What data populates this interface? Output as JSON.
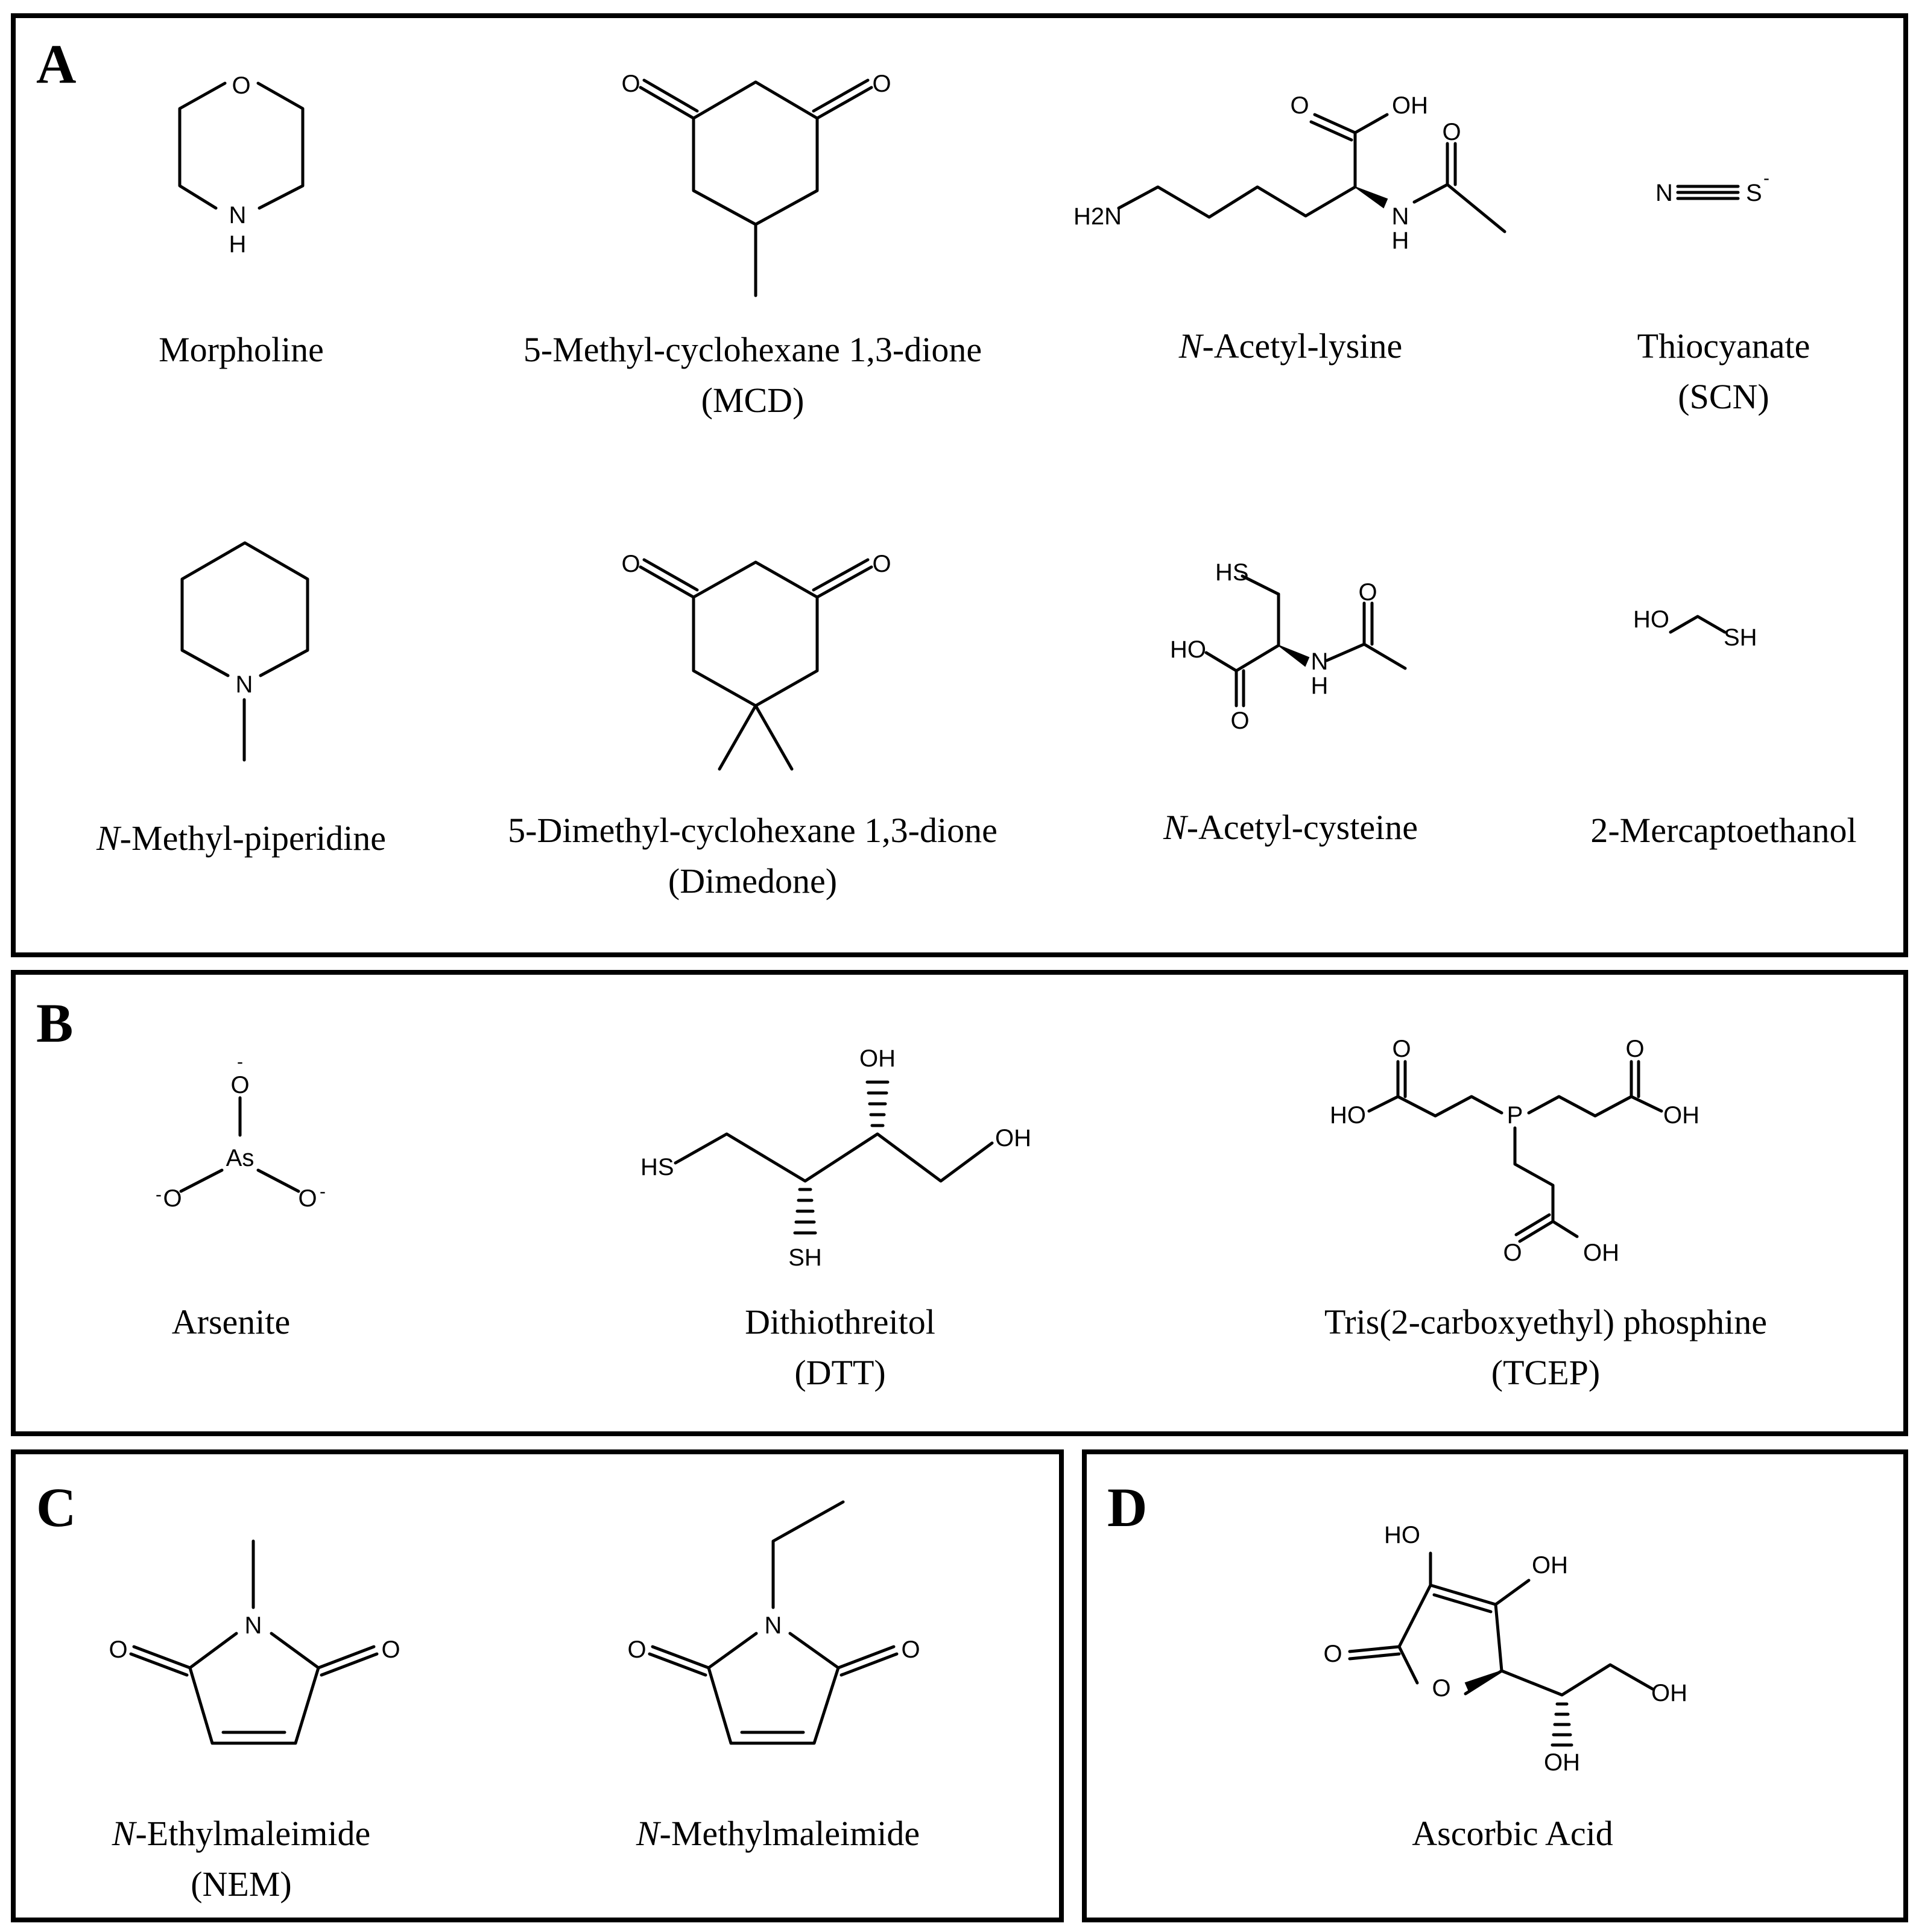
{
  "panels": {
    "A": {
      "letter": "A"
    },
    "B": {
      "letter": "B"
    },
    "C": {
      "letter": "C"
    },
    "D": {
      "letter": "D"
    }
  },
  "compounds": {
    "morpholine": {
      "prefix": "",
      "name": "Morpholine",
      "abbr": "",
      "atoms": {
        "o": "O",
        "n": "N",
        "h": "H"
      }
    },
    "mcd": {
      "prefix": "",
      "name": "5-Methyl-cyclohexane 1,3-dione",
      "abbr": "(MCD)",
      "atoms": {
        "o": "O"
      }
    },
    "acetyl_lysine": {
      "prefix": "N",
      "name": "-Acetyl-lysine",
      "abbr": "",
      "atoms": {
        "oh": "OH",
        "o": "O",
        "nh2": "H2N",
        "n": "N",
        "h": "H"
      }
    },
    "thiocyanate": {
      "prefix": "",
      "name": "Thiocyanate",
      "abbr": "(SCN)",
      "atoms": {
        "n": "N",
        "s": "S",
        "charge": "-"
      }
    },
    "methyl_piperidine": {
      "prefix": "N",
      "name": "-Methyl-piperidine",
      "abbr": "",
      "atoms": {
        "n": "N"
      }
    },
    "dimedone": {
      "prefix": "",
      "name": "5-Dimethyl-cyclohexane 1,3-dione",
      "abbr": "(Dimedone)",
      "atoms": {
        "o": "O"
      }
    },
    "acetyl_cysteine": {
      "prefix": "N",
      "name": "-Acetyl-cysteine",
      "abbr": "",
      "atoms": {
        "hs": "HS",
        "ho": "HO",
        "o": "O",
        "n": "N",
        "h": "H"
      }
    },
    "mercaptoethanol": {
      "prefix": "",
      "name": "2-Mercaptoethanol",
      "abbr": "",
      "atoms": {
        "ho": "HO",
        "sh": "SH"
      }
    },
    "arsenite": {
      "prefix": "",
      "name": "Arsenite",
      "abbr": "",
      "atoms": {
        "as": "As",
        "o": "O",
        "charge": "-"
      }
    },
    "dtt": {
      "prefix": "",
      "name": "Dithiothreitol",
      "abbr": "(DTT)",
      "atoms": {
        "oh": "OH",
        "hs": "HS",
        "sh": "SH"
      }
    },
    "tcep": {
      "prefix": "",
      "name": "Tris(2-carboxyethyl) phosphine",
      "abbr": "(TCEP)",
      "atoms": {
        "p": "P",
        "o": "O",
        "ho": "HO",
        "oh": "OH"
      }
    },
    "nem": {
      "prefix": "N",
      "name": "-Ethylmaleimide",
      "abbr": "(NEM)",
      "atoms": {
        "n": "N",
        "o": "O"
      }
    },
    "nmm": {
      "prefix": "N",
      "name": "-Methylmaleimide",
      "abbr": "",
      "atoms": {
        "n": "N",
        "o": "O"
      }
    },
    "ascorbic": {
      "prefix": "",
      "name": "Ascorbic Acid",
      "abbr": "",
      "atoms": {
        "ho": "HO",
        "oh": "OH",
        "o": "O"
      }
    }
  }
}
